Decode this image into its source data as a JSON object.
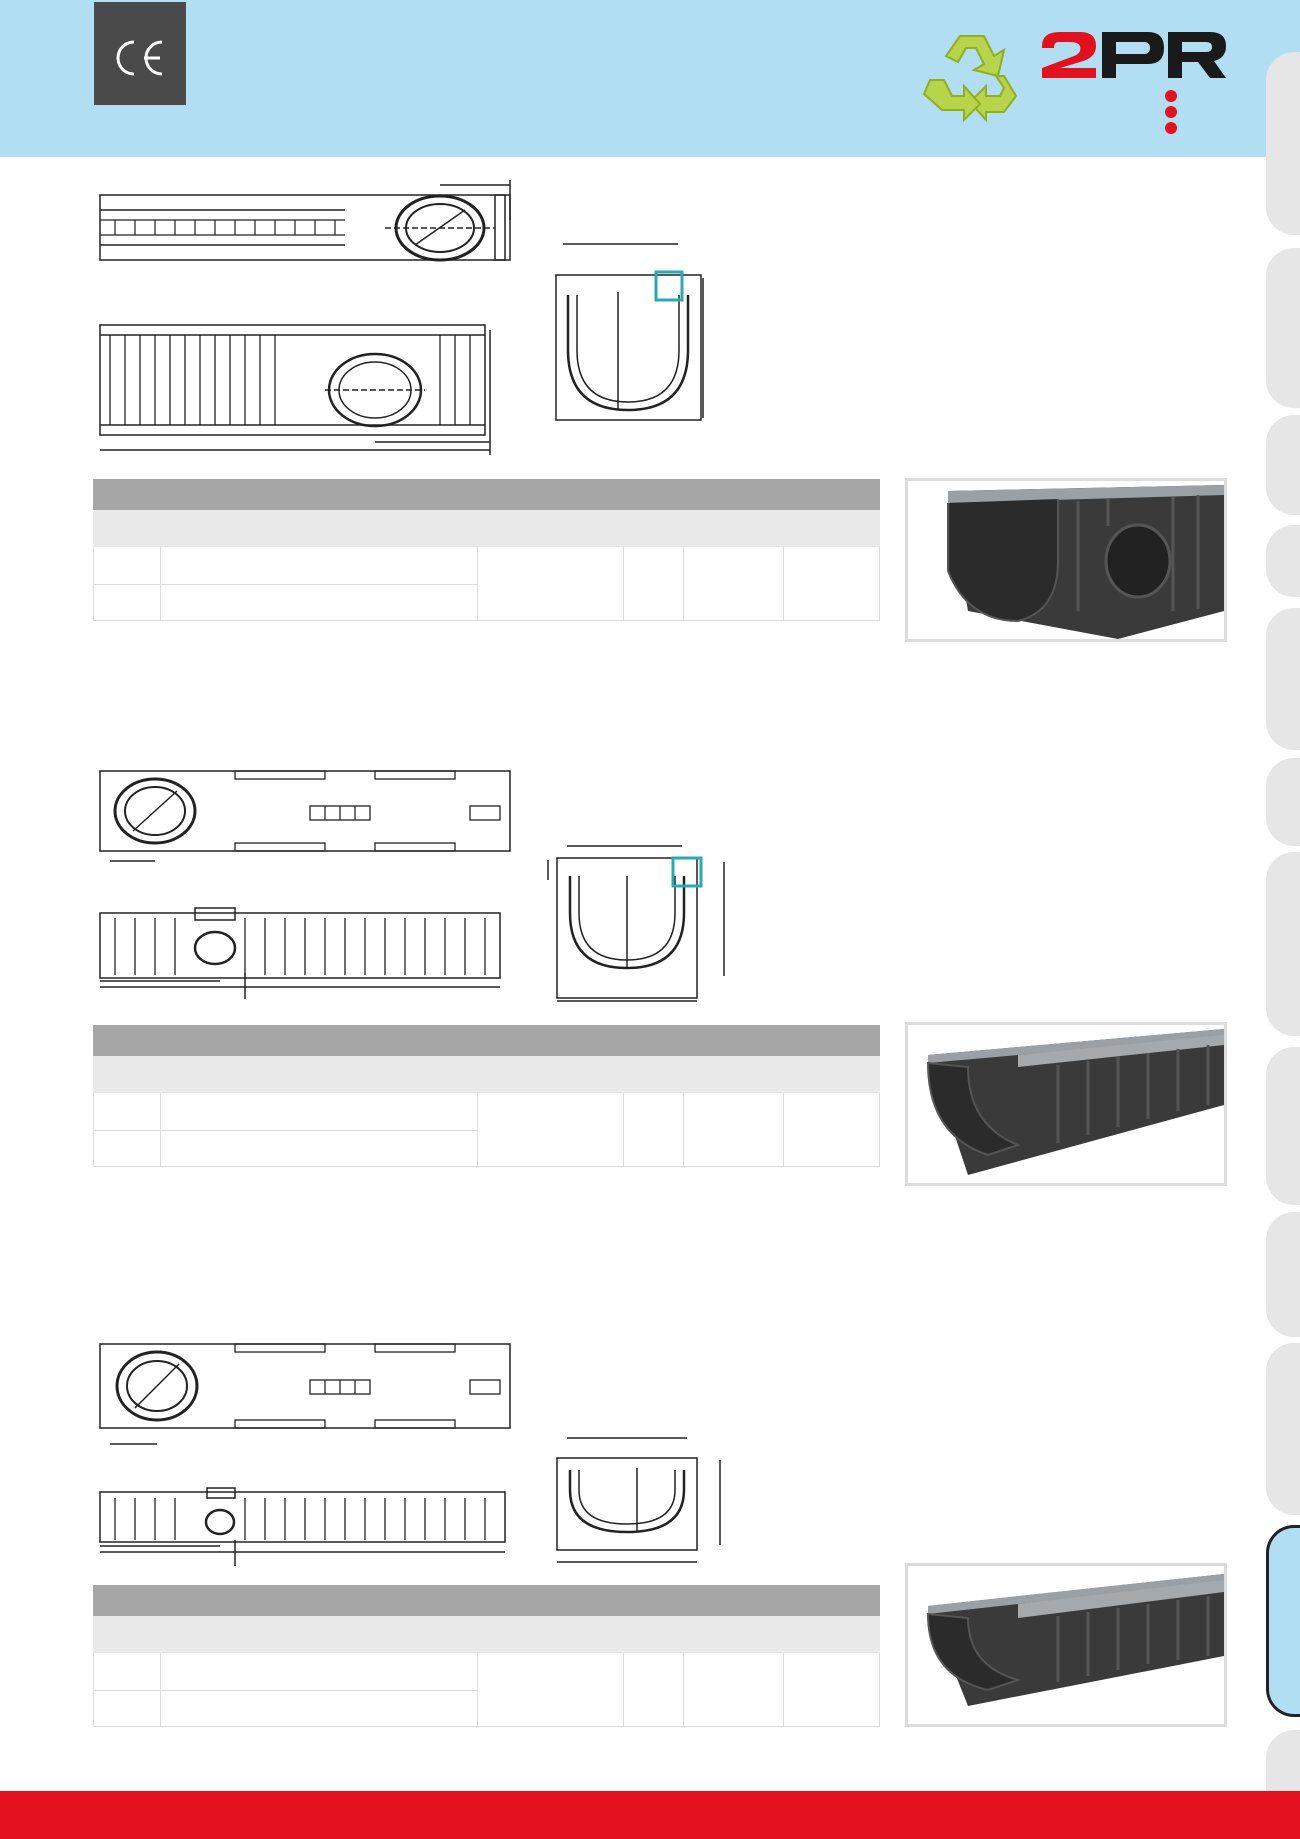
{
  "header": {
    "ce_mark": "CE",
    "brand_logo": "2PR",
    "background_color": "#b1def2",
    "recycle_icon": "recycle-icon"
  },
  "products": [
    {
      "photo_icon": "channel-photo-outlet"
    },
    {
      "photo_icon": "channel-photo-standard"
    },
    {
      "photo_icon": "channel-photo-shallow"
    }
  ],
  "footer": {
    "color": "#e3101e"
  },
  "side_tabs": {
    "count": 11,
    "active_index": 9
  }
}
